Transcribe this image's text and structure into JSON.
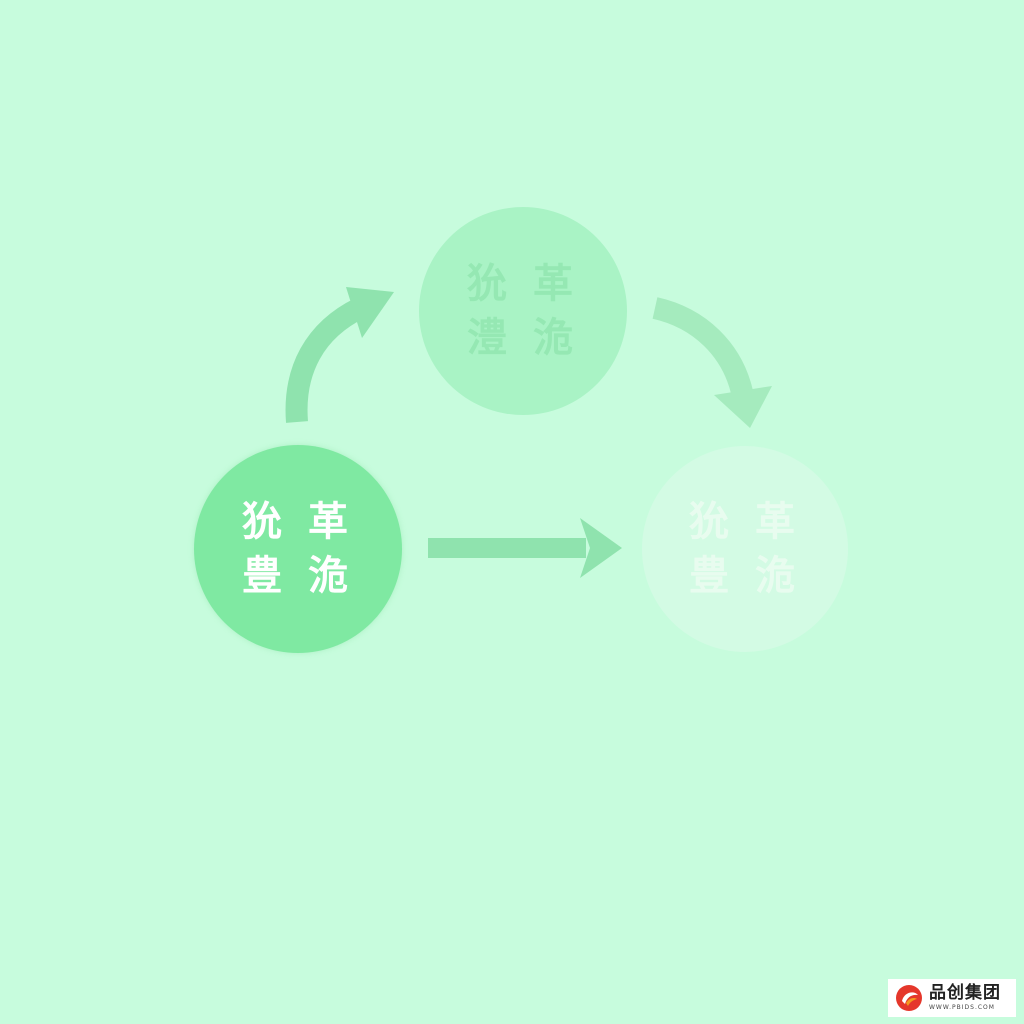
{
  "nodes": [
    {
      "id": "active",
      "line1": "狁 革",
      "line2": "豊 洈"
    },
    {
      "id": "middle",
      "line1": "狁 革",
      "line2": "澧 洈"
    },
    {
      "id": "faint",
      "line1": "狁 革",
      "line2": "豊 洈"
    }
  ],
  "colors": {
    "background": "#c7fcdd",
    "active_node": "#7fe9a2",
    "middle_node": "#a9f3c5",
    "faint_node": "#d3fbe4",
    "arrow": "#8fe3ae",
    "logo_red": "#e5372b",
    "logo_orange": "#f39a1e"
  },
  "icons": [
    "curved-arrow-icon",
    "curved-arrow-icon",
    "straight-arrow-icon",
    "logo-mark-icon"
  ],
  "watermark": {
    "name": "品创集团",
    "url": "WWW.PBIDS.COM"
  }
}
